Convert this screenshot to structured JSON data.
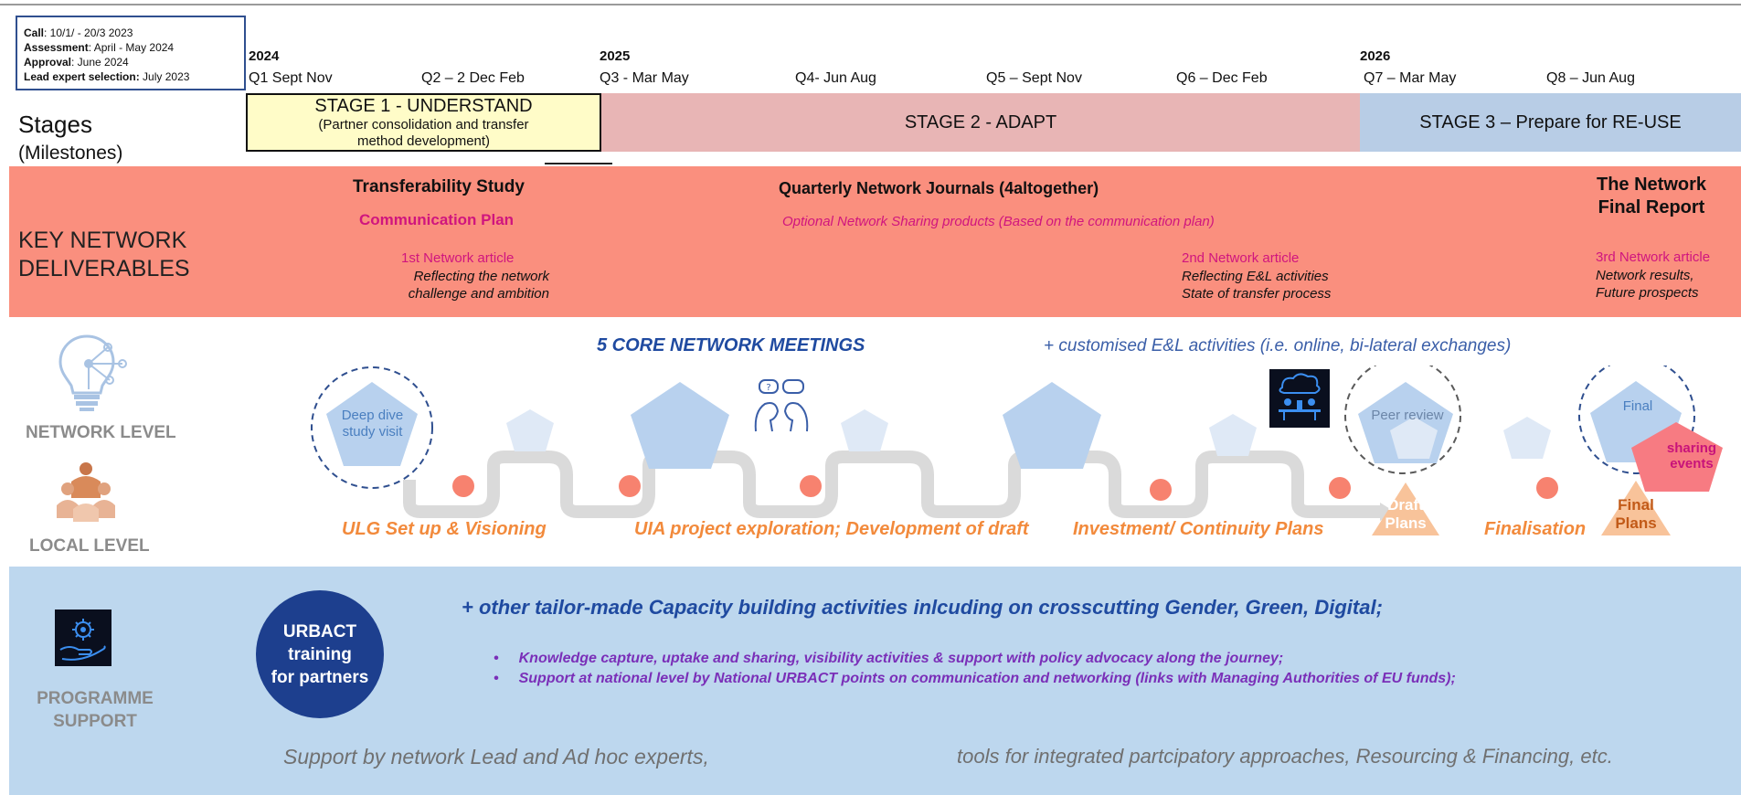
{
  "call_box": {
    "call_label": "Call",
    "call_value": ": 10/1/ - 20/3 2023",
    "assessment_label": "Assessment",
    "assessment_value": ": April - May 2024",
    "approval_label": "Approval",
    "approval_value": ": June 2024",
    "lead_label": "Lead expert selection:",
    "lead_value": " July 2023"
  },
  "timeline": {
    "years": [
      "2024",
      "2025",
      "2026"
    ],
    "quarters": [
      "Q1 Sept Nov",
      "Q2 – 2 Dec Feb",
      "Q3 -  Mar May",
      "Q4- Jun Aug",
      "Q5 – Sept Nov",
      "Q6 – Dec Feb",
      "Q7 – Mar May",
      "Q8 – Jun Aug"
    ]
  },
  "stages": {
    "label": "Stages",
    "sublabel": "(Milestones)",
    "stage1_title": "STAGE 1 - UNDERSTAND",
    "stage1_sub": "(Partner consolidation and transfer method development)",
    "stage2_title": "STAGE 2 - ADAPT",
    "stage3_title": "STAGE 3 – Prepare for RE-USE"
  },
  "deliverables": {
    "label_line1": "KEY NETWORK",
    "label_line2": "DELIVERABLES",
    "transferability": "Transferability Study",
    "communication": "Communication Plan",
    "journals": "Quarterly Network Journals (4altogether)",
    "optional": "Optional Network Sharing products (Based on the communication plan)",
    "final_report_line1": "The Network",
    "final_report_line2": "Final Report",
    "article1": "1st Network article",
    "article1_sub1": "Reflecting the network",
    "article1_sub2": "challenge and ambition",
    "article2": "2nd Network article",
    "article2_sub1": "Reflecting E&L activities",
    "article2_sub2": "State of transfer process",
    "article3": "3rd Network article",
    "article3_sub1": "Network results,",
    "article3_sub2": "Future prospects"
  },
  "network": {
    "network_level": "NETWORK LEVEL",
    "local_level": "LOCAL  LEVEL",
    "meetings": "5 CORE NETWORK MEETINGS",
    "custom": "+ customised E&L activities (i.e. online, bi-lateral exchanges)",
    "deep_dive_line1": "Deep dive",
    "deep_dive_line2": "study visit",
    "peer_review": "Peer review",
    "final": "Final",
    "sharing_line1": "sharing",
    "sharing_line2": "events",
    "draft_line1": "Draft",
    "draft_line2": "Plans",
    "final_plans_line1": "Final",
    "final_plans_line2": "Plans",
    "phase1": "ULG Set up & Visioning",
    "phase2": "UIA project exploration; Development of draft",
    "phase3": "Investment/ Continuity Plans",
    "phase4": "Finalisation"
  },
  "programme": {
    "label_line1": "PROGRAMME",
    "label_line2": "SUPPORT",
    "urbact_line1": "URBACT",
    "urbact_line2": "training",
    "urbact_line3": "for partners",
    "other": "+ other tailor-made Capacity building activities inlcuding on crosscutting Gender, Green, Digital;",
    "bullets": [
      "Knowledge capture, uptake and sharing, visibility activities & support with policy advocacy along the journey;",
      "Support at national level by National URBACT points on communication and networking (links with Managing Authorities of EU funds);"
    ],
    "support_left": "Support by network Lead and Ad hoc experts,",
    "support_right": "tools for integrated partcipatory approaches, Resourcing & Financing, etc."
  },
  "colors": {
    "stage1": "#fffcc8",
    "stage2": "#e8b5b5",
    "stage3": "#b8cde6",
    "deliverables_band": "#fa8f7e",
    "programme_band": "#bdd7ee",
    "pentagon": "#b8d1ee",
    "dot": "#f7826f",
    "phase_text": "#f28a3c",
    "urbact_circle": "#1d3f8e"
  }
}
